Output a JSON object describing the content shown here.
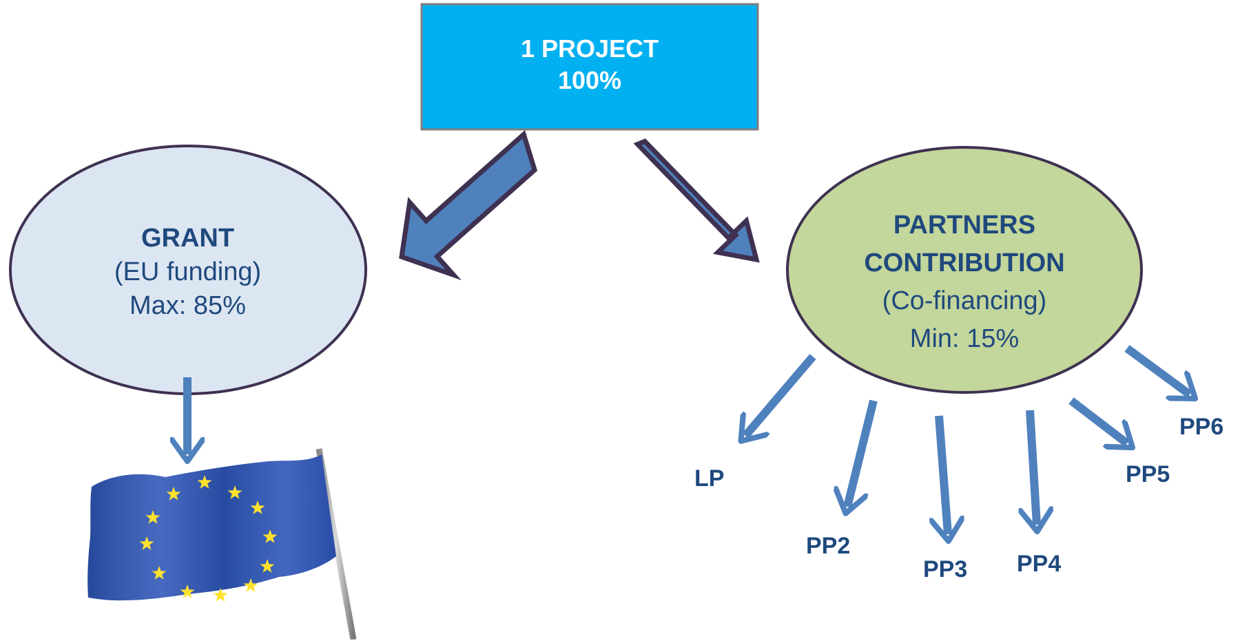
{
  "project": {
    "line1": "1 PROJECT",
    "line2": "100%"
  },
  "grant": {
    "title": "GRANT",
    "subtitle": "(EU funding)",
    "value": "Max: 85%"
  },
  "partners": {
    "title_line1": "PARTNERS",
    "title_line2": "CONTRIBUTION",
    "subtitle": "(Co-financing)",
    "value": "Min: 15%"
  },
  "recipients": [
    "LP",
    "PP2",
    "PP3",
    "PP4",
    "PP5",
    "PP6"
  ],
  "colors": {
    "project_fill": "#00B0F0",
    "project_border": "#7F7F7F",
    "grant_fill": "#DCE6F2",
    "partners_fill": "#C3D69B",
    "ellipse_border": "#3F3151",
    "arrow_fill": "#4F81BD",
    "arrow_border": "#3F3151",
    "text": "#1F497D",
    "flag_blue": "#2E56B8",
    "flag_star": "#FFE22E"
  }
}
